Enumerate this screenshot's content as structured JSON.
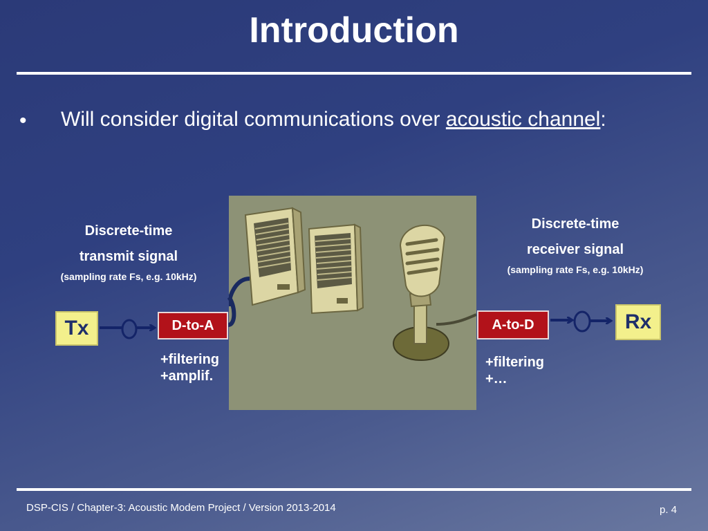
{
  "slide": {
    "title": "Introduction",
    "bullet": {
      "marker": "•",
      "text_before": "Will consider digital communications over ",
      "underlined": "acoustic channel",
      "text_after": ":"
    }
  },
  "diagram": {
    "left_label": {
      "line1": "Discrete-time",
      "line2": "transmit signal",
      "line3": "(sampling rate Fs, e.g. 10kHz)"
    },
    "right_label": {
      "line1": "Discrete-time",
      "line2": "receiver signal",
      "line3": "(sampling rate Fs, e.g. 10kHz)"
    },
    "tx_label": "Tx",
    "rx_label": "Rx",
    "dtoa_label": "D-to-A",
    "atod_label": "A-to-D",
    "dtoa_note_line1": "+filtering",
    "dtoa_note_line2": "+amplif.",
    "atod_note_line1": "+filtering",
    "atod_note_line2": "+…",
    "colors": {
      "yellow_box": "#f3f08c",
      "red_box": "#b2121a",
      "arrow": "#142468",
      "photo_bg": "#8d9276"
    }
  },
  "footer": {
    "left": "DSP-CIS  /  Chapter-3: Acoustic Modem Project  /  Version 2013-2014",
    "page": "p. 4"
  }
}
